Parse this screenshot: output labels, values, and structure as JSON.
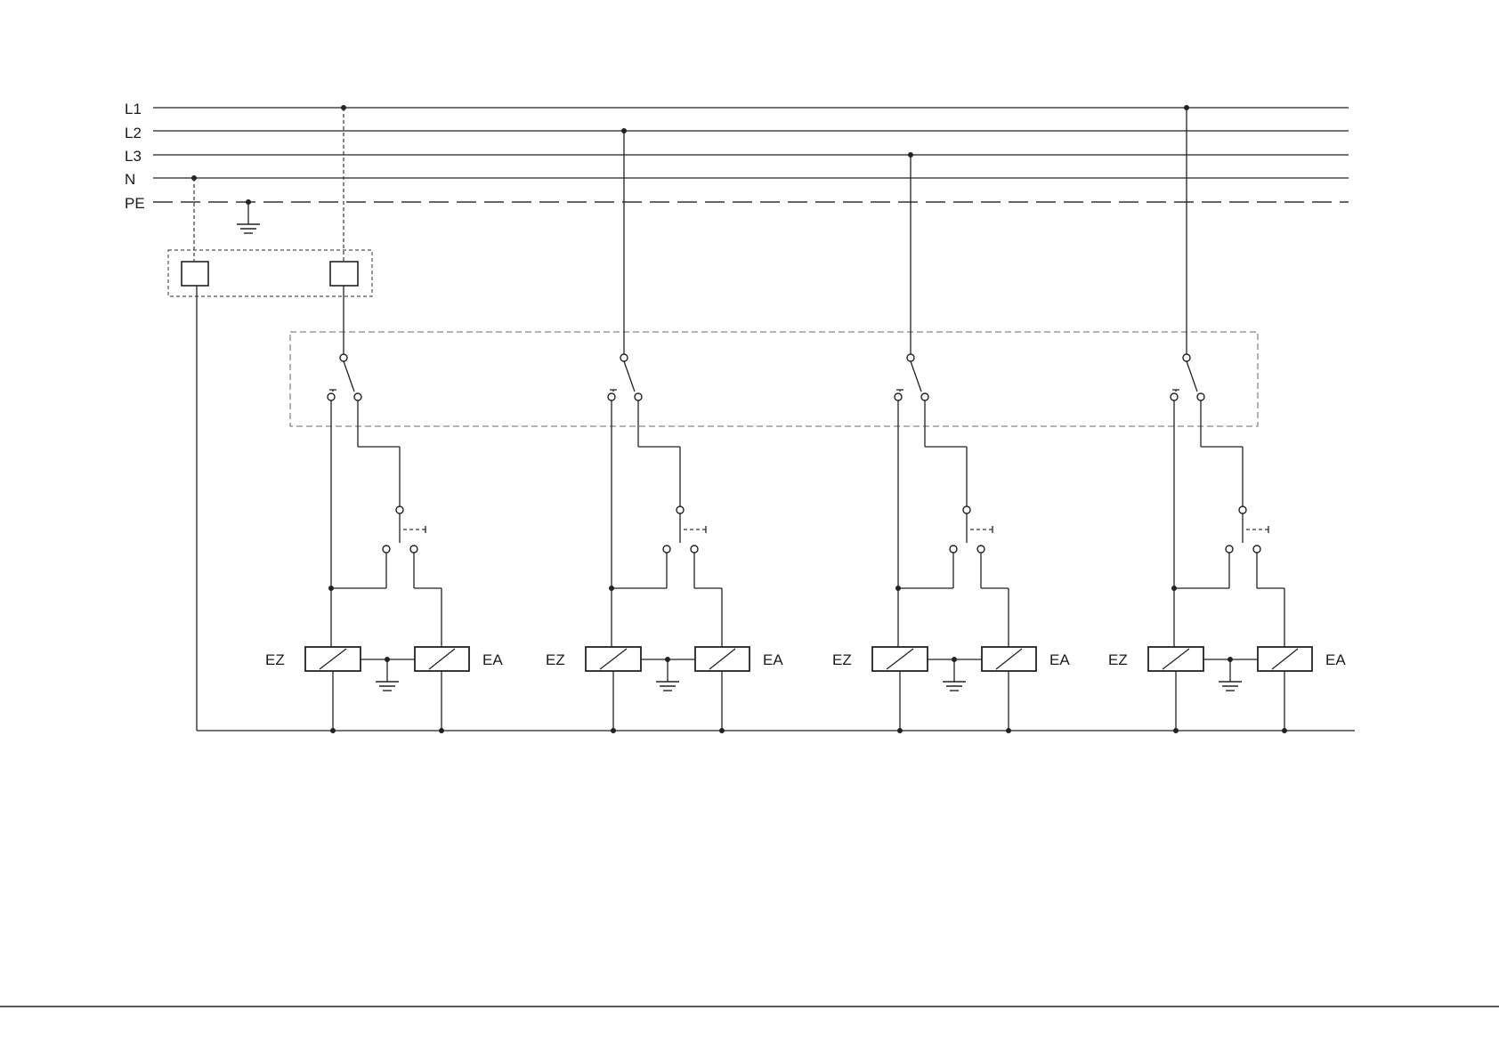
{
  "bus_lines": [
    {
      "label": "L1"
    },
    {
      "label": "L2"
    },
    {
      "label": "L3"
    },
    {
      "label": "N"
    },
    {
      "label": "PE"
    }
  ],
  "circuits": [
    {
      "coil_left": "EZ",
      "coil_right": "EA",
      "feed": "L1"
    },
    {
      "coil_left": "EZ",
      "coil_right": "EA",
      "feed": "L2"
    },
    {
      "coil_left": "EZ",
      "coil_right": "EA",
      "feed": "L3"
    },
    {
      "coil_left": "EZ",
      "coil_right": "EA",
      "feed": "L1"
    }
  ]
}
